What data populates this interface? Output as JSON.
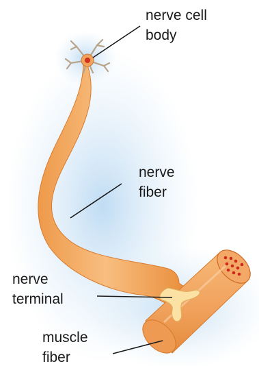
{
  "labels": {
    "cell_body": [
      "nerve cell",
      "body"
    ],
    "nerve_fiber": [
      "nerve",
      "fiber"
    ],
    "nerve_terminal": [
      "nerve",
      "terminal"
    ],
    "muscle_fiber": [
      "muscle",
      "fiber"
    ]
  }
}
